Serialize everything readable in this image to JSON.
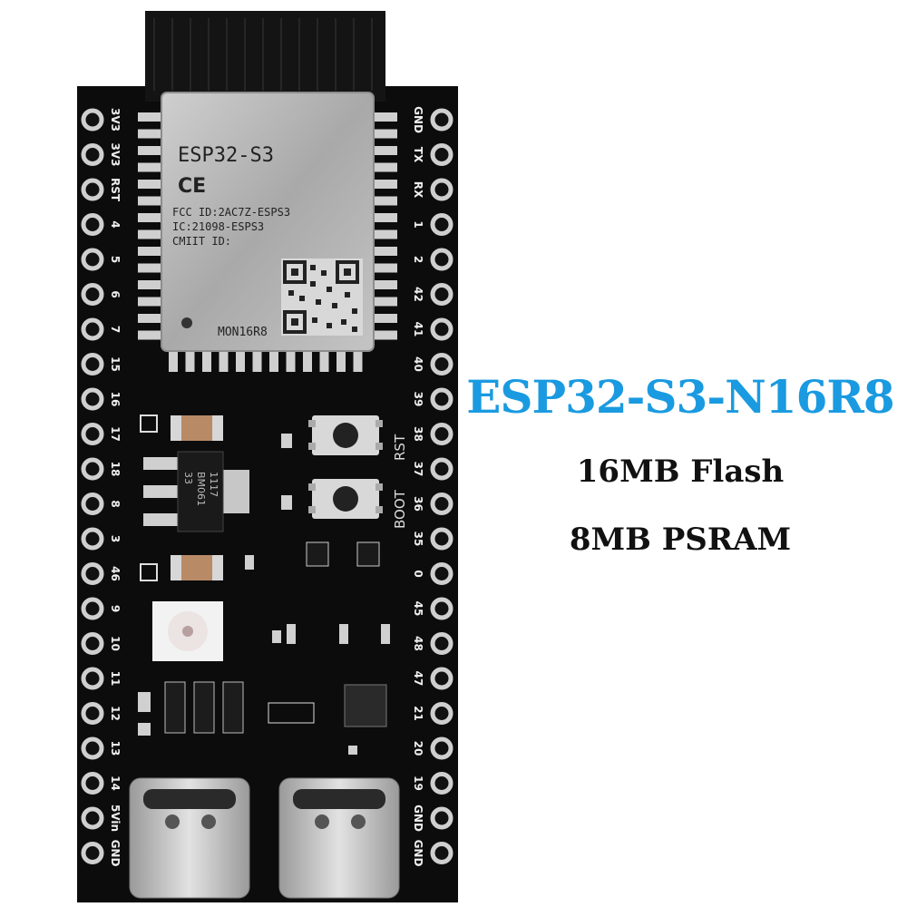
{
  "product": {
    "title": "ESP32-S3-N16R8",
    "flash": "16MB Flash",
    "psram": "8MB PSRAM",
    "title_color": "#1a9ae0"
  },
  "module": {
    "name": "ESP32-S3",
    "ce_mark": "CE",
    "fcc": "FCC ID:2AC7Z-ESPS3",
    "ic": "IC:21098-ESPS3",
    "cmiit": "CMIIT ID:",
    "variant": "MON16R8"
  },
  "regulator": {
    "line1": "1117",
    "line2": "33",
    "line3": "BM061"
  },
  "buttons": {
    "boot": "BOOT",
    "rst": "RST"
  },
  "left_pins": [
    "3V3",
    "3V3",
    "RST",
    "4",
    "5",
    "6",
    "7",
    "15",
    "16",
    "17",
    "18",
    "8",
    "3",
    "46",
    "9",
    "10",
    "11",
    "12",
    "13",
    "14",
    "5Vin",
    "GND"
  ],
  "right_pins": [
    "GND",
    "TX",
    "RX",
    "1",
    "2",
    "42",
    "41",
    "40",
    "39",
    "38",
    "37",
    "36",
    "35",
    "0",
    "45",
    "48",
    "47",
    "21",
    "20",
    "19",
    "GND",
    "GND"
  ],
  "colors": {
    "pcb": "#0c0c0c",
    "pad": "#c8c8c8",
    "silk": "#e8e8e8",
    "shield": "#b5b5b5",
    "usb": "#c9c9c9"
  }
}
